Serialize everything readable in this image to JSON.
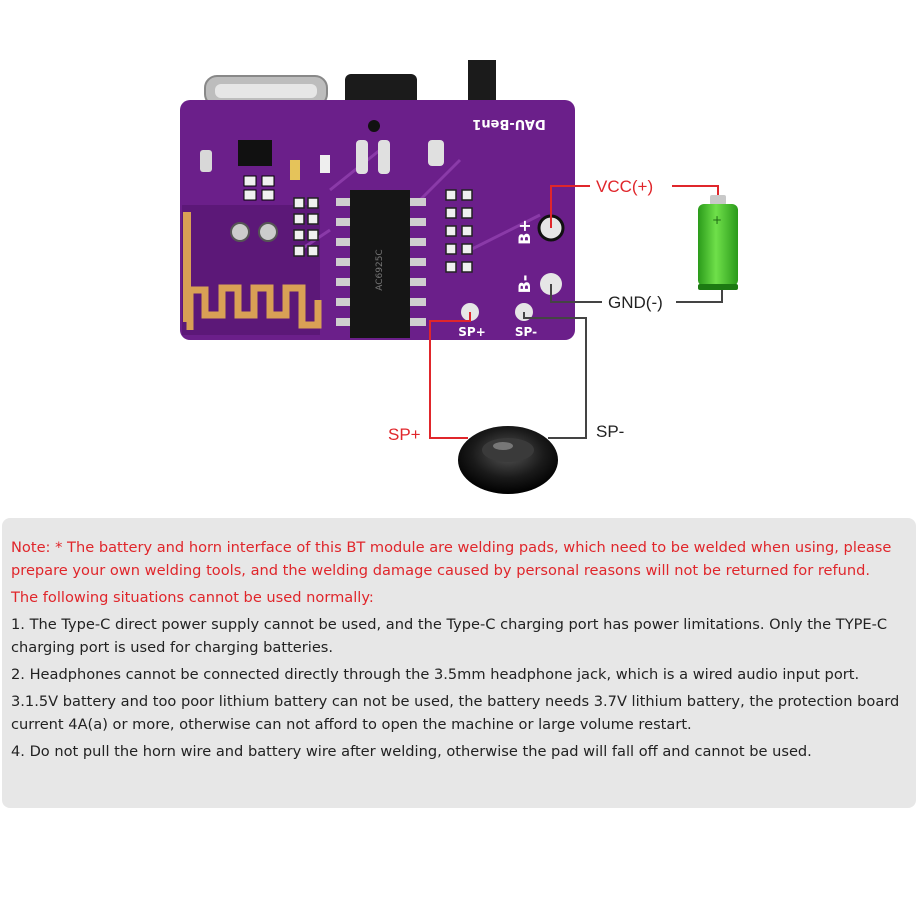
{
  "diagram": {
    "board_silkscreen": "DAU-Ben1",
    "chip_text": "AC6925C",
    "pad_labels": {
      "b_plus": "B+",
      "b_minus": "B-",
      "sp_plus": "SP+",
      "sp_minus": "SP-"
    },
    "labels": {
      "vcc": "VCC(+)",
      "gnd": "GND(-)",
      "sp_plus": "SP+",
      "sp_minus": "SP-"
    },
    "colors": {
      "board": "#6b1f8a",
      "wire_red": "#e0262b",
      "wire_dark": "#444444",
      "battery": "#3ecb28",
      "antenna": "#d9a055"
    }
  },
  "notes": {
    "note": "Note: * The battery and horn interface of this BT module are welding pads, which need to be welded when using, please prepare your own welding tools, and the welding damage caused by personal reasons will not be returned for refund.",
    "heading": "The following situations cannot be used normally:",
    "items": [
      "1. The Type-C direct power supply cannot be used, and the Type-C charging port has power limitations. Only the TYPE-C charging port is used for charging batteries.",
      "2. Headphones cannot be connected directly through the 3.5mm headphone jack, which is a wired audio input port.",
      "3.1.5V battery and too poor lithium battery can not be used, the battery needs 3.7V lithium battery, the protection board current 4A(a) or more, otherwise can not afford to open the machine or large volume restart.",
      "4. Do not pull the horn wire and battery wire after welding, otherwise the pad will fall off and cannot be used."
    ]
  }
}
